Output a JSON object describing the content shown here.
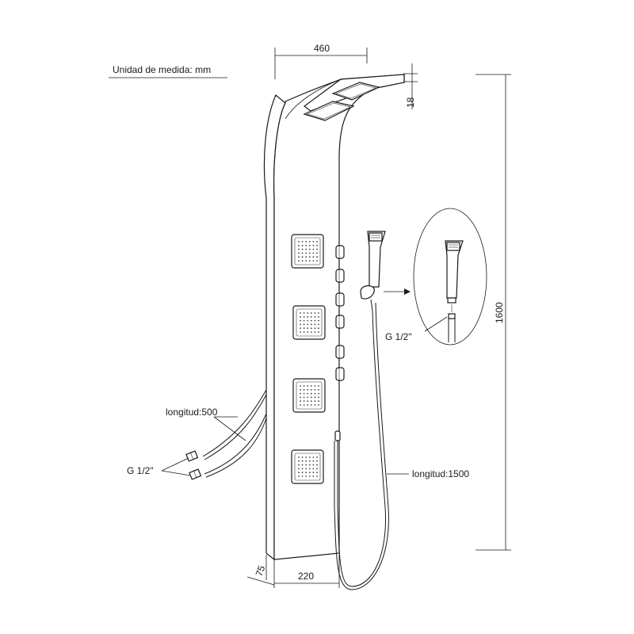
{
  "drawing": {
    "unit_label": "Unidad de medida: mm",
    "dimensions": {
      "top_width": "460",
      "head_thickness": "18",
      "height": "1600",
      "bottom_depth": "75",
      "bottom_width": "220"
    },
    "callouts": {
      "hose_length_left": "longitud:500",
      "inlet_thread": "G 1/2\"",
      "detail_thread": "G 1/2\"",
      "hand_hose_length": "longitud:1500"
    }
  }
}
